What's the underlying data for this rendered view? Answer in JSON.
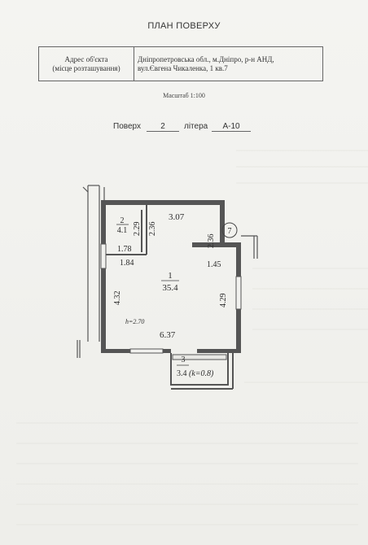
{
  "document": {
    "title": "ПЛАН ПОВЕРХУ",
    "address_label_line1": "Адрес об'єкта",
    "address_label_line2": "(місце розташування)",
    "address_line1": "Дніпропетровська обл., м.Дніпро, р-н АНД,",
    "address_line2": "вул.Євгена Чикаленка, 1 кв.7",
    "scale": "Масштаб 1:100",
    "floor_label": "Поверх",
    "floor_value": "2",
    "letter_label": "літера",
    "letter_value": "А-10"
  },
  "plan": {
    "room1_number": "1",
    "room1_area": "35.4",
    "room2_number": "2",
    "room2_area": "4.1",
    "room3_number": "3",
    "room3_area": "3.4",
    "room3_coef": "(k=0.8)",
    "height": "h=2.70",
    "apartment_number": "7",
    "dimensions": {
      "top_width": "3.07",
      "room2_height_a": "2.29",
      "room2_height_b": "2.36",
      "right_upper": "2.36",
      "room2_width": "1.78",
      "below_room2": "1.84",
      "right_step": "1.45",
      "left_height": "4.32",
      "right_height": "4.29",
      "bottom_width": "6.37"
    }
  }
}
